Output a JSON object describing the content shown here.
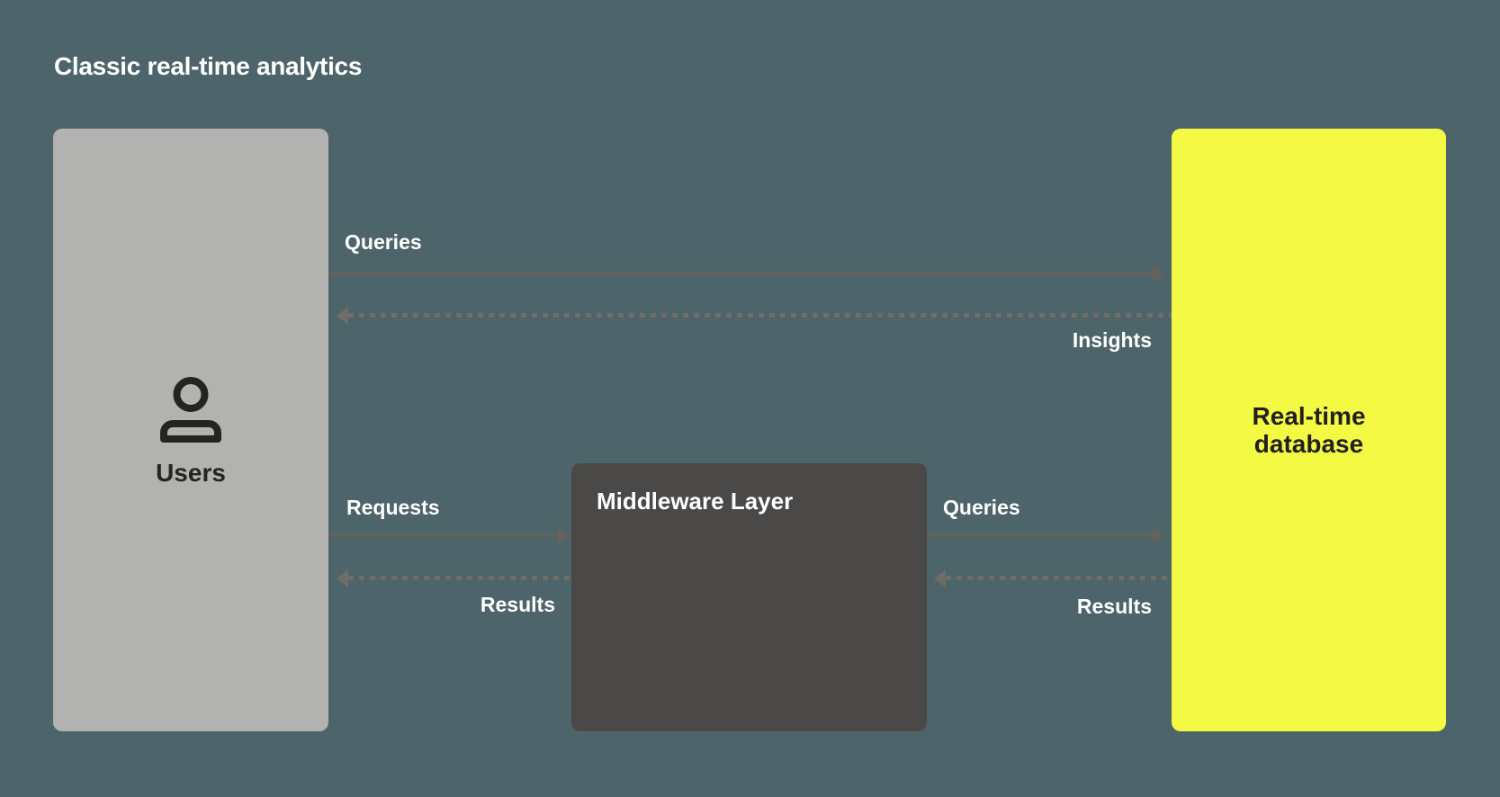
{
  "title": "Classic real-time analytics",
  "nodes": {
    "users": {
      "label": "Users",
      "icon": "person-icon",
      "color": "#b2b2b0"
    },
    "middleware": {
      "label": "Middleware Layer",
      "color": "#4b4947"
    },
    "database": {
      "label": "Real-time database",
      "color": "#f4f943"
    }
  },
  "edges": {
    "users_to_db": {
      "label": "Queries",
      "style": "solid",
      "direction": "right",
      "from": "users",
      "to": "database"
    },
    "db_to_users": {
      "label": "Insights",
      "style": "dashed",
      "direction": "left",
      "from": "database",
      "to": "users"
    },
    "users_to_middleware": {
      "label": "Requests",
      "style": "solid",
      "direction": "right",
      "from": "users",
      "to": "middleware"
    },
    "middleware_to_users": {
      "label": "Results",
      "style": "dashed",
      "direction": "left",
      "from": "middleware",
      "to": "users"
    },
    "middleware_to_db": {
      "label": "Queries",
      "style": "solid",
      "direction": "right",
      "from": "middleware",
      "to": "database"
    },
    "db_to_middleware": {
      "label": "Results",
      "style": "dashed",
      "direction": "left",
      "from": "database",
      "to": "middleware"
    }
  },
  "colors": {
    "background": "#4d646b",
    "users_box": "#b2b2b0",
    "middleware_box": "#4b4947",
    "database_box": "#f4f943",
    "arrow_solid": "#63635e",
    "arrow_dashed": "#6f6d66",
    "label_light": "#ffffff",
    "label_dark": "#262422",
    "database_text": "#21201e"
  }
}
